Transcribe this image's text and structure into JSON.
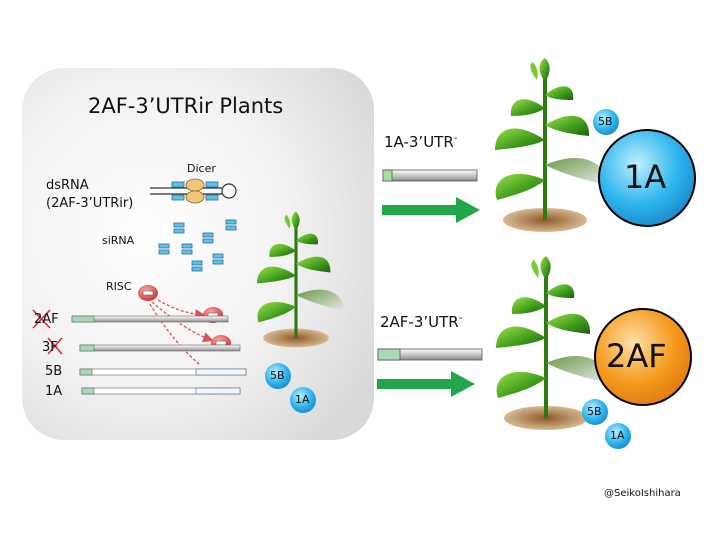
{
  "panel": {
    "title": "2AF-3’UTRir Plants",
    "dicer": "Dicer",
    "dsrna_line1": "dsRNA",
    "dsrna_line2": "(2AF-3’UTRir)",
    "sirna": "siRNA",
    "risc": "RISC",
    "genes": [
      "2AF",
      "3F",
      "5B",
      "1A"
    ],
    "badge_5b": "5B",
    "badge_1a": "1A"
  },
  "top_right": {
    "transcript": "1A-3’UTR",
    "superscript": "-",
    "badge_5b": "5B",
    "big_circle": "1A"
  },
  "bottom_right": {
    "transcript": "2AF-3’UTR",
    "superscript": "-",
    "big_circle": "2AF",
    "badge_5b": "5B",
    "badge_1a": "1A"
  },
  "credit": "@SeikoIshihara",
  "colors": {
    "panel": "#e9e9e9",
    "arrow_green": "#22a64a",
    "circle_blue": "#2fb6ee",
    "circle_orange": "#f59a1e",
    "risc_red": "#e03a3a",
    "strike_red": "#d23030"
  }
}
